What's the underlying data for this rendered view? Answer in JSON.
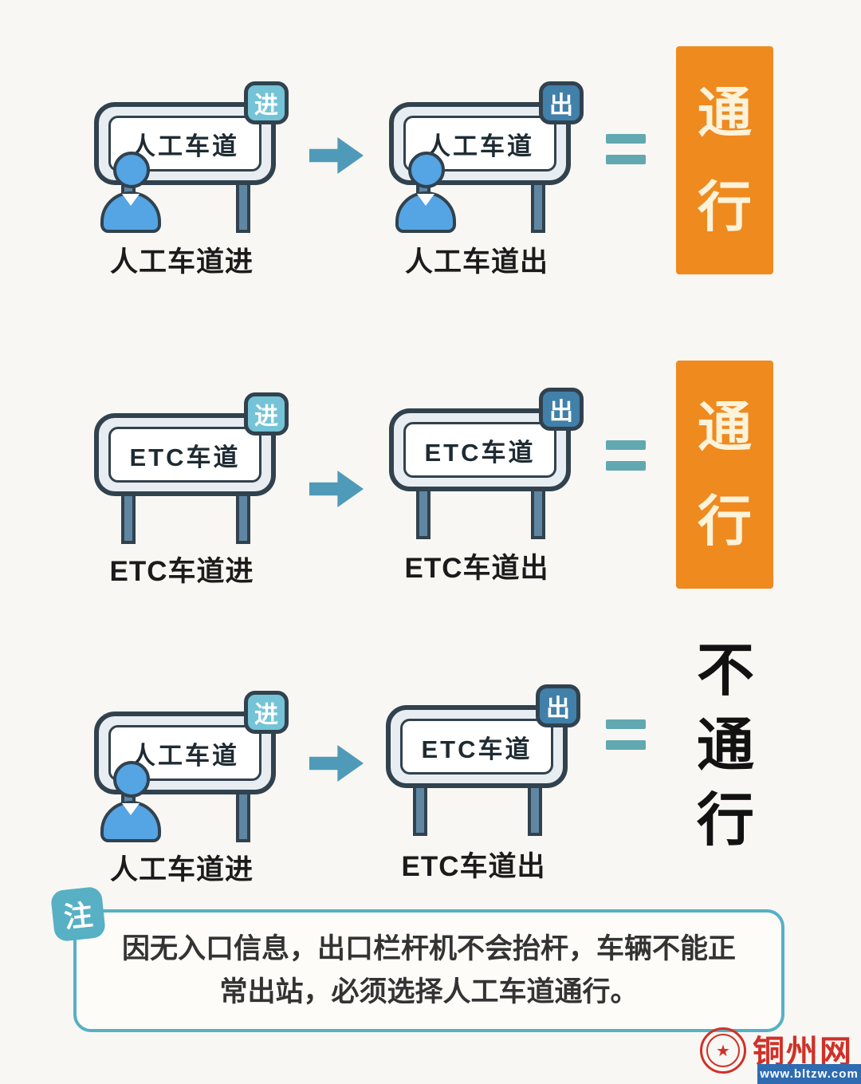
{
  "rows": [
    {
      "left_sign": {
        "label": "人工车道",
        "badge": "进"
      },
      "right_sign": {
        "label": "人工车道",
        "badge": "出"
      },
      "left_caption": "人工车道进",
      "right_caption": "人工车道出",
      "result": "通行",
      "result_type": "pass"
    },
    {
      "left_sign": {
        "label": "ETC车道",
        "badge": "进"
      },
      "right_sign": {
        "label": "ETC车道",
        "badge": "出"
      },
      "left_caption": "ETC车道进",
      "right_caption": "ETC车道出",
      "result": "通行",
      "result_type": "pass"
    },
    {
      "left_sign": {
        "label": "人工车道",
        "badge": "进"
      },
      "right_sign": {
        "label": "ETC车道",
        "badge": "出"
      },
      "left_caption": "人工车道进",
      "right_caption": "ETC车道出",
      "result": "不通行",
      "result_type": "no-pass"
    }
  ],
  "note": {
    "badge": "注",
    "text": "因无入口信息，出口栏杆机不会抬杆，车辆不能正常出站，必须选择人工车道通行。"
  },
  "watermark": {
    "site_name": "铜州网",
    "url": "www.bltzw.com"
  },
  "colors": {
    "pass_box": "#ef8a1f",
    "enter_badge": "#74c3d6",
    "exit_badge": "#4180a9",
    "outline": "#31424e",
    "accent_teal": "#57b0c4",
    "arrow": "#4f9ab8",
    "equals": "#62a8b0",
    "person_blue": "#55a4e4",
    "brand_red": "#cf3128",
    "url_blue": "#2f6bb0"
  }
}
